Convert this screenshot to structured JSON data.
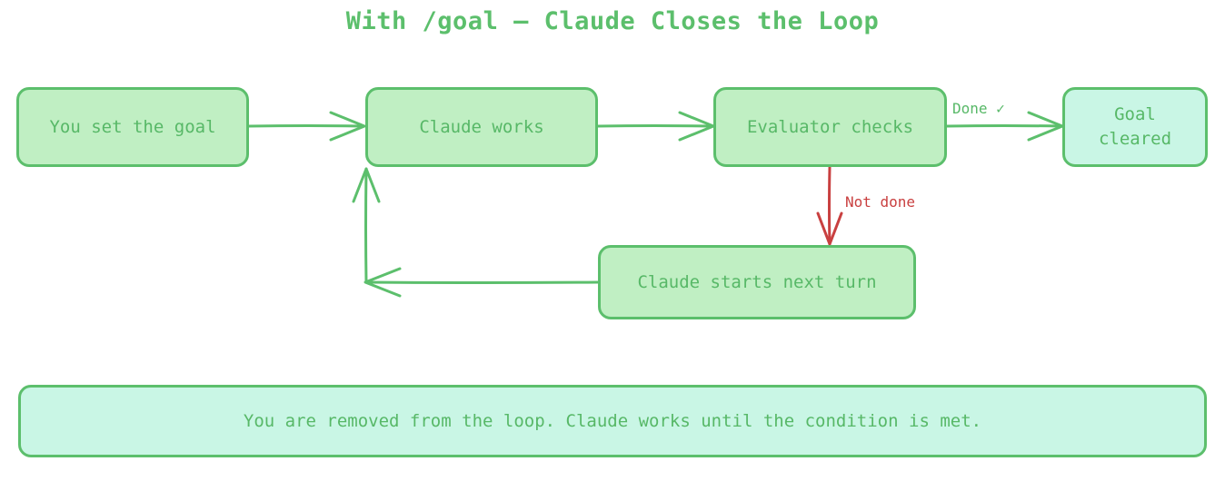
{
  "title": "With /goal — Claude Closes the Loop",
  "nodes": {
    "set_goal": "You set the goal",
    "claude_works": "Claude works",
    "evaluator": "Evaluator checks",
    "goal_cleared": [
      "Goal",
      "cleared"
    ],
    "next_turn": "Claude starts next turn"
  },
  "edges": {
    "done": "Done ✓",
    "not_done": "Not done"
  },
  "note": "You are removed from the loop. Claude works until the condition is met.",
  "colors": {
    "stroke": "#5cbf6c",
    "fill_green": "#c0efc3",
    "fill_mint": "#c9f6e5",
    "text": "#57b867",
    "not_done": "#c94040"
  }
}
